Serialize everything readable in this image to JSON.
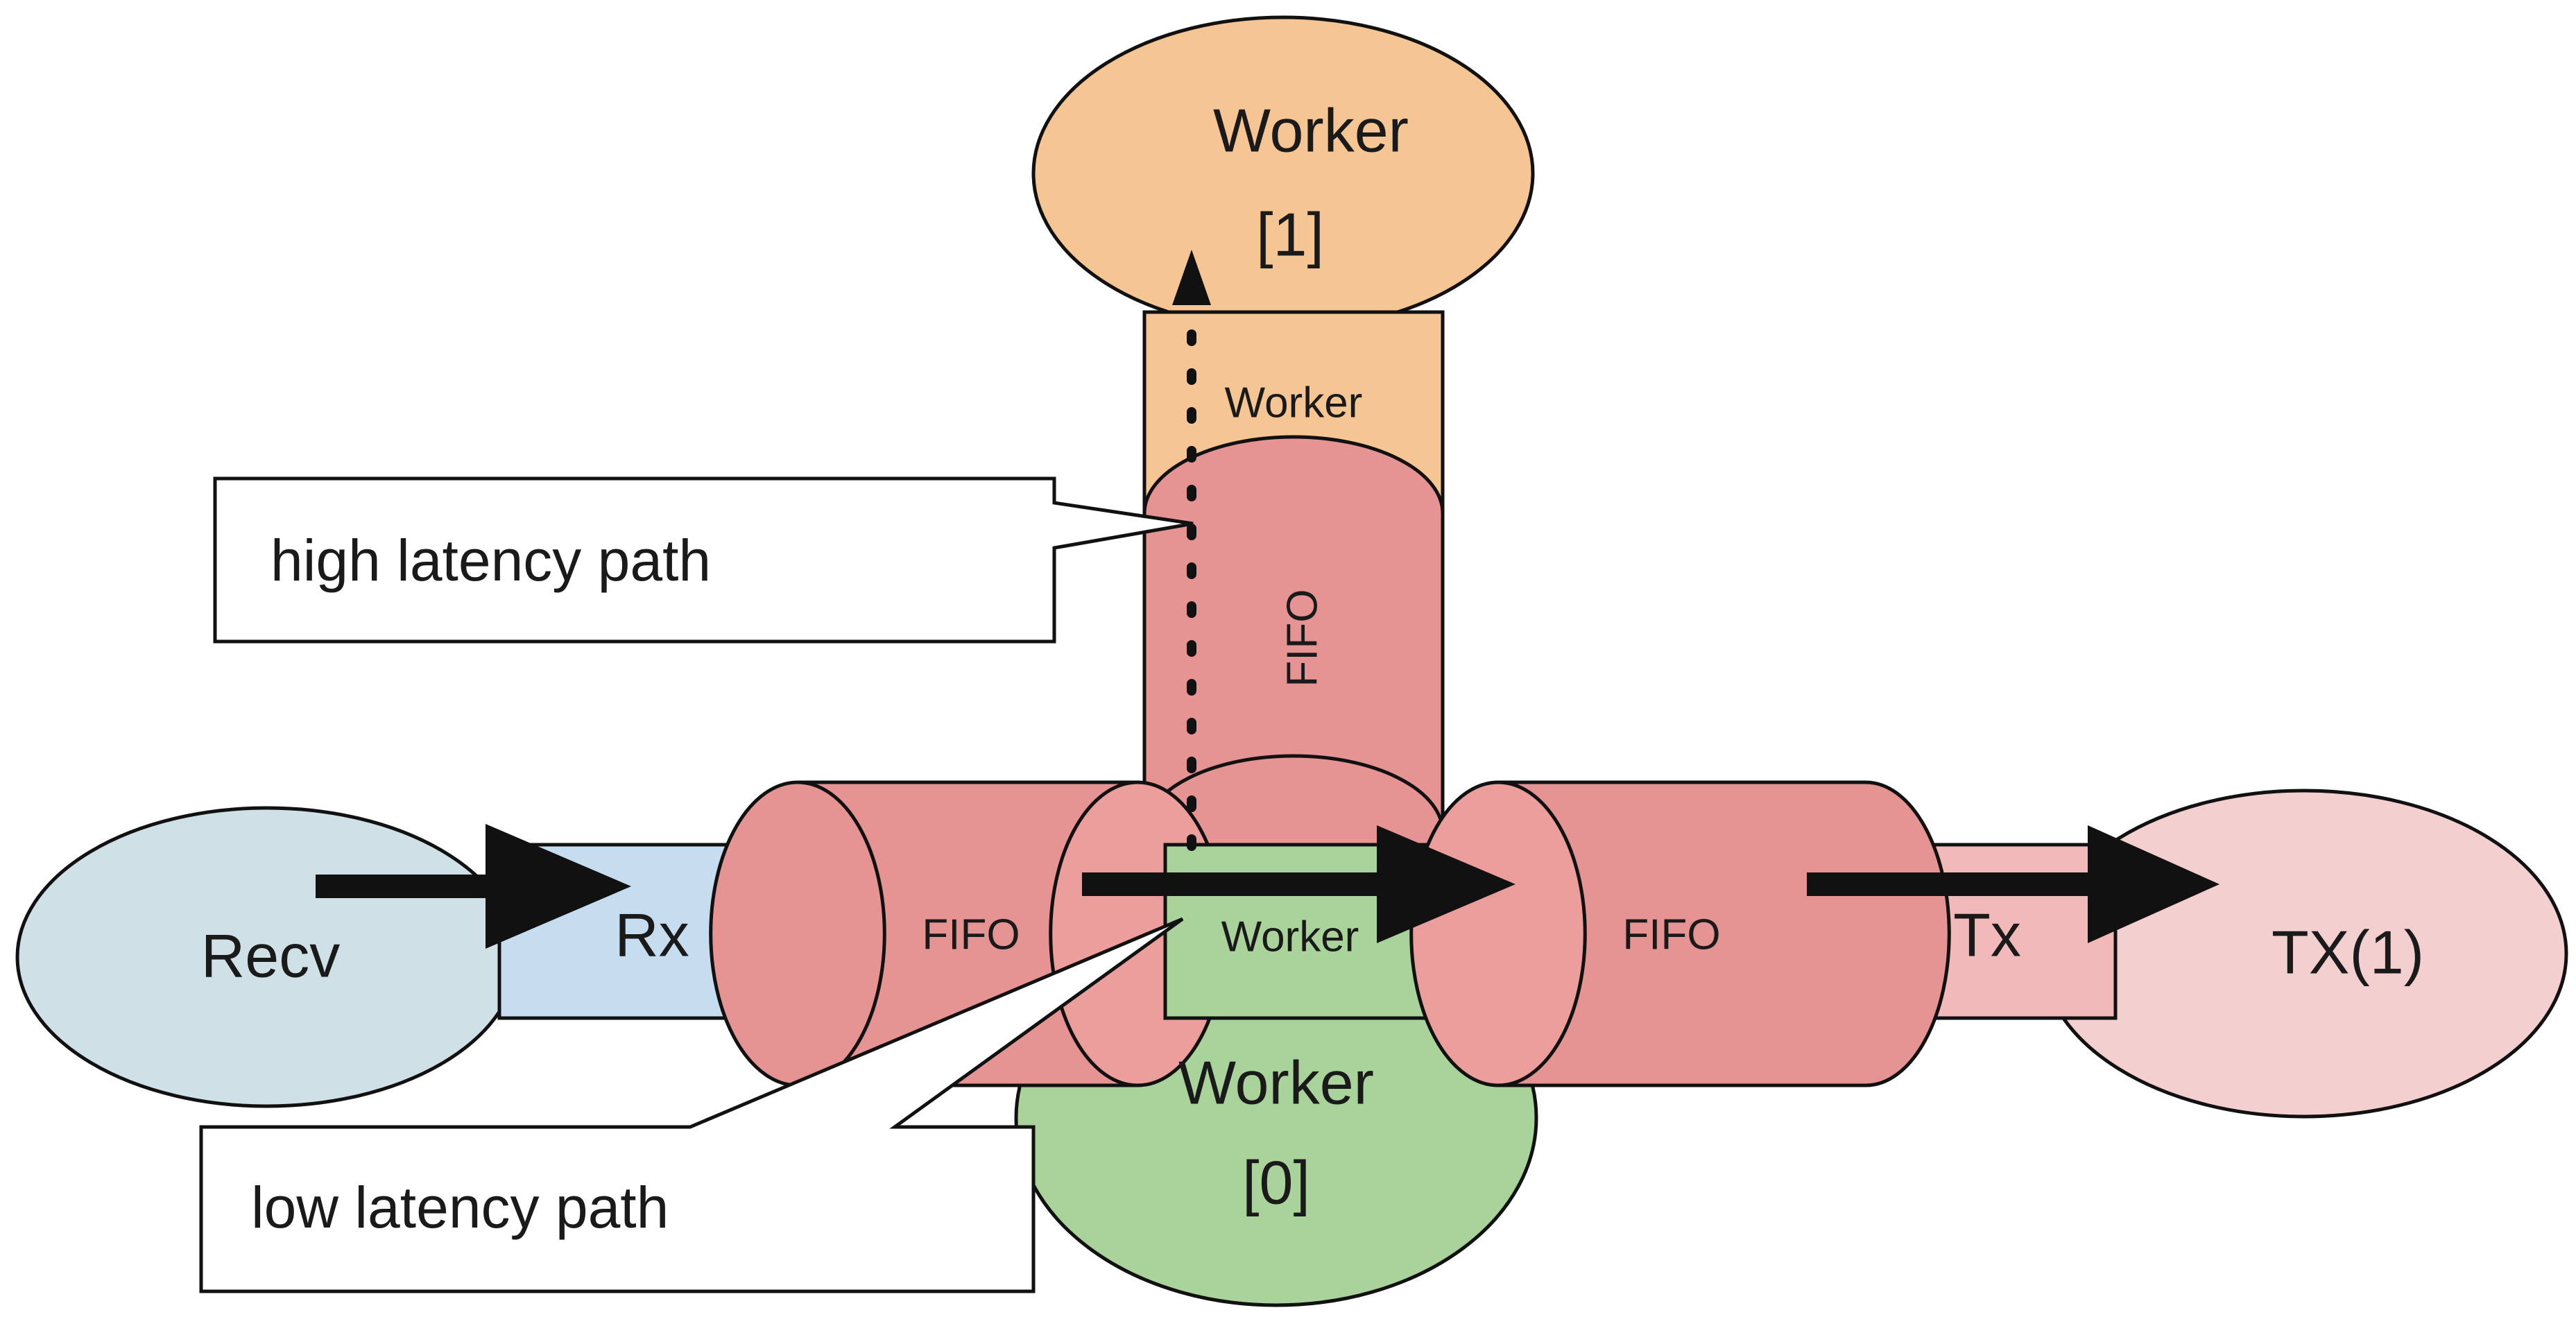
{
  "nodes": {
    "recv": "Recv",
    "rx": "Rx",
    "fifo_left": "FIFO",
    "fifo_vertical": "FIFO",
    "fifo_right": "FIFO",
    "worker_top_line1": "Worker",
    "worker_top_line2": "[1]",
    "worker_top_box": "Worker",
    "worker_center_box": "Worker",
    "worker_bottom_line1": "Worker",
    "worker_bottom_line2": "[0]",
    "tx": "Tx",
    "tx_out": "TX(1)"
  },
  "callouts": {
    "high": "high latency path",
    "low": "low latency path"
  },
  "colors": {
    "recv": "#cfe0e6",
    "rx": "#c6dcef",
    "fifo": "#e69493",
    "fifo_light": "#ec9e9c",
    "worker1": "#f6c594",
    "worker0": "#a9d39a",
    "tx": "#f1b9b9",
    "tx_out": "#f3cfd0",
    "outline": "#111111"
  }
}
